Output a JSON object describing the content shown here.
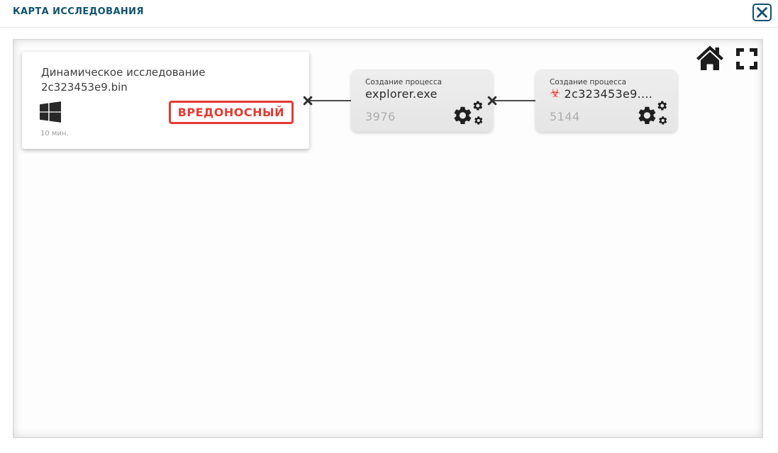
{
  "header": {
    "title": "КАРТА ИССЛЕДОВАНИЯ"
  },
  "icons": {
    "biohazard": "☣"
  },
  "colors": {
    "accent": "#0f536e",
    "danger": "#e23b31",
    "node_bg": "#e9e9e9"
  },
  "map": {
    "root_card": {
      "title_line1": "Динамическое исследование",
      "title_line2": "2c323453e9.bin",
      "verdict_label": "ВРЕДОНОСНЫЙ",
      "duration": "10 мин."
    },
    "nodes": [
      {
        "event_label": "Создание процесса",
        "process_name": "explorer.exe",
        "pid": "3976"
      },
      {
        "event_label": "Создание процесса",
        "process_name": "2c323453e9....",
        "pid": "5144"
      }
    ]
  }
}
